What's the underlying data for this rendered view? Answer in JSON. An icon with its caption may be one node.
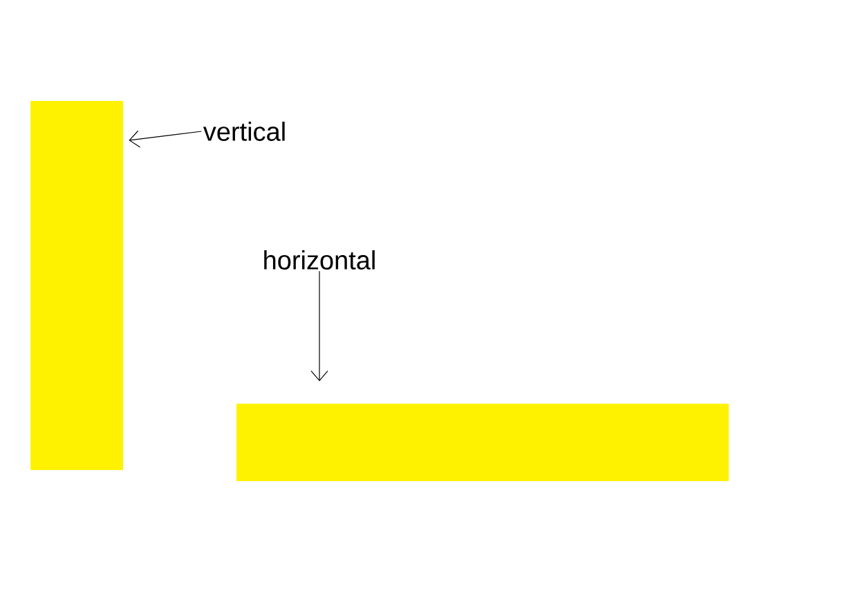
{
  "diagram": {
    "nodes": [
      {
        "text": [],
        "shape": "bar"
      },
      {
        "text": [
          "vertical"
        ]
      },
      {
        "text": [
          "horizontal"
        ]
      },
      {
        "text": [],
        "shape": "bar"
      }
    ],
    "edges": [
      {
        "from": 1,
        "to": 0,
        "arrow": "to"
      },
      {
        "from": 2,
        "to": 3,
        "arrow": "to"
      }
    ]
  }
}
